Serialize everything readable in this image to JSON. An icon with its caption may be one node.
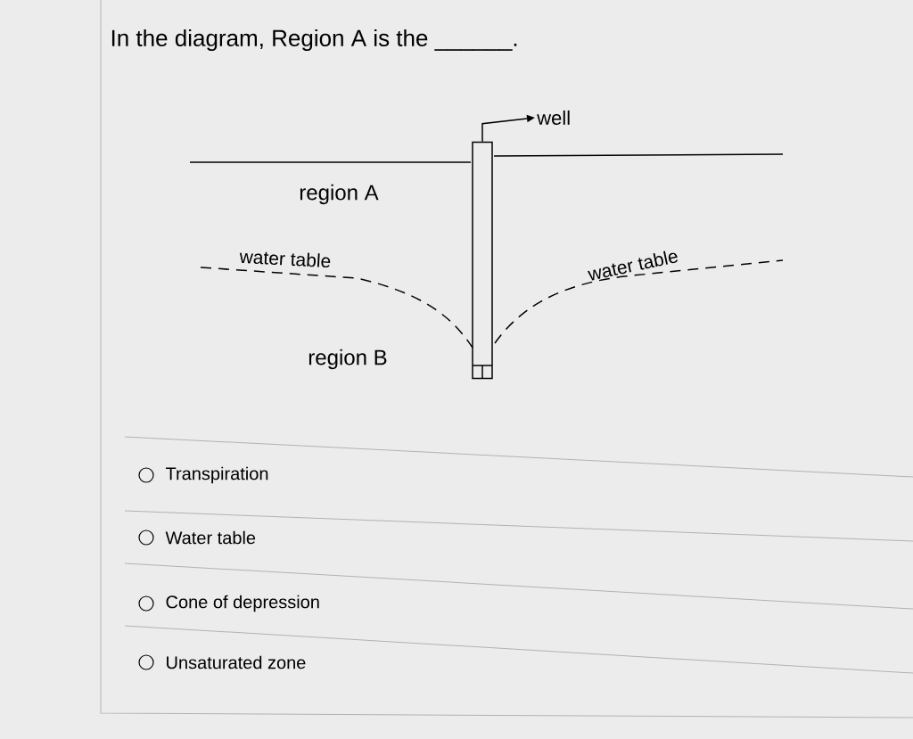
{
  "diagram": {
    "title": "In the diagram, Region A is the ______.",
    "nodes": [
      {
        "text": [
          "well"
        ]
      },
      {
        "text": [],
        "shape": "bar"
      }
    ],
    "edges": [
      {
        "from": 1,
        "to": 0,
        "arrow": "to"
      }
    ],
    "labels": [
      "region A",
      "water table",
      "water table",
      "region B",
      "Transpiration",
      "Water table",
      "Cone of depression",
      "Unsaturated zone"
    ]
  }
}
